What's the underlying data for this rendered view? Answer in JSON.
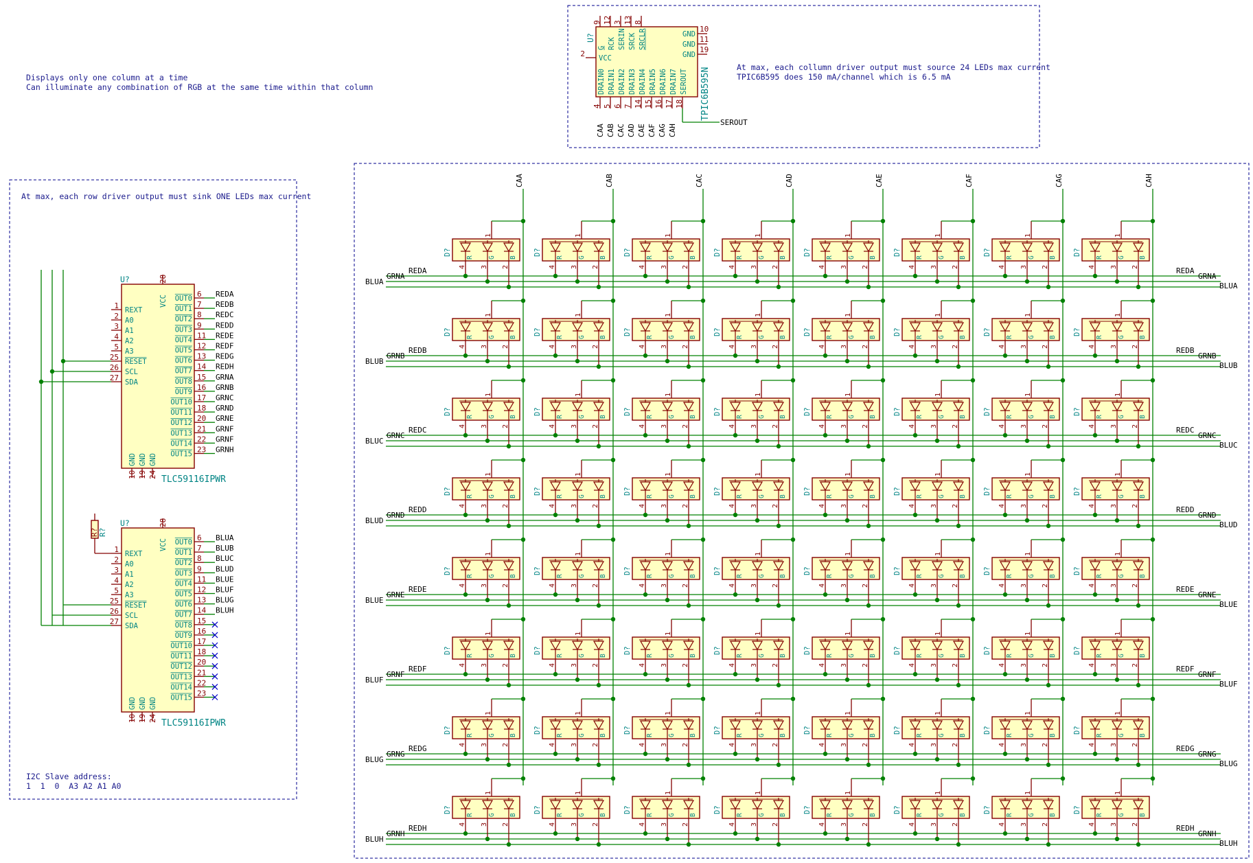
{
  "notes": {
    "top_left_line1": "Displays only one column at a time",
    "top_left_line2": "Can illuminate any combination of RGB at the same time within that column",
    "col_driver_line1": "At max, each collumn driver output must source 24 LEDs max current",
    "col_driver_line2": "TPIC6B595 does 150 mA/channel which is 6.5 mA",
    "row_driver": "At max, each row driver output must sink ONE LEDs max current",
    "i2c_title": "I2C Slave address:",
    "i2c_bits": "1  1  0  A3 A2 A1 A0"
  },
  "colors": {
    "wire": "#008000",
    "junction": "#008000",
    "part_border": "#840000",
    "part_fill": "#ffffc2",
    "pin_text": "#840000",
    "ref_text": "#008484",
    "net_text": "#000000",
    "box_border": "#00008c",
    "nc_mark": "#0000c8"
  },
  "column_driver": {
    "ref": "U?",
    "value": "TPIC6B595N",
    "top_pins": [
      {
        "num": "9",
        "name": "G"
      },
      {
        "num": "12",
        "name": "RCK"
      },
      {
        "num": "3",
        "name": "SERIN"
      },
      {
        "num": "13",
        "name": "SRCK"
      },
      {
        "num": "8",
        "name": "SRCLR"
      }
    ],
    "left_pins": [
      {
        "num": "2",
        "name": "VCC"
      }
    ],
    "right_pins": [
      {
        "num": "10",
        "name": "GND"
      },
      {
        "num": "11",
        "name": "GND"
      },
      {
        "num": "19",
        "name": "GND"
      }
    ],
    "bottom_pins": [
      {
        "num": "4",
        "name": "DRAIN0",
        "net": "CAA"
      },
      {
        "num": "5",
        "name": "DRAIN1",
        "net": "CAB"
      },
      {
        "num": "6",
        "name": "DRAIN2",
        "net": "CAC"
      },
      {
        "num": "7",
        "name": "DRAIN3",
        "net": "CAD"
      },
      {
        "num": "14",
        "name": "DRAIN4",
        "net": "CAE"
      },
      {
        "num": "15",
        "name": "DRAIN5",
        "net": "CAF"
      },
      {
        "num": "16",
        "name": "DRAIN6",
        "net": "CAG"
      },
      {
        "num": "17",
        "name": "DRAIN7",
        "net": "CAH"
      },
      {
        "num": "18",
        "name": "SEROUT",
        "net": "SEROUT"
      }
    ]
  },
  "row_drivers": [
    {
      "ref": "U?",
      "value": "TLC59116IPWR",
      "top_pin": {
        "num": "28",
        "name": "VCC"
      },
      "left_pins": [
        {
          "num": "1",
          "name": "REXT"
        },
        {
          "num": "2",
          "name": "A0"
        },
        {
          "num": "3",
          "name": "A1"
        },
        {
          "num": "4",
          "name": "A2"
        },
        {
          "num": "5",
          "name": "A3"
        },
        {
          "num": "25",
          "name": "RESET"
        },
        {
          "num": "26",
          "name": "SCL"
        },
        {
          "num": "27",
          "name": "SDA"
        }
      ],
      "bottom_pins": [
        {
          "num": "10",
          "name": "GND"
        },
        {
          "num": "19",
          "name": "GND"
        },
        {
          "num": "24",
          "name": "GND"
        }
      ],
      "right_pins": [
        {
          "num": "6",
          "name": "OUT0",
          "net": "REDA"
        },
        {
          "num": "7",
          "name": "OUT1",
          "net": "REDB"
        },
        {
          "num": "8",
          "name": "OUT2",
          "net": "REDC"
        },
        {
          "num": "9",
          "name": "OUT3",
          "net": "REDD"
        },
        {
          "num": "11",
          "name": "OUT4",
          "net": "REDE"
        },
        {
          "num": "12",
          "name": "OUT5",
          "net": "REDF"
        },
        {
          "num": "13",
          "name": "OUT6",
          "net": "REDG"
        },
        {
          "num": "14",
          "name": "OUT7",
          "net": "REDH"
        },
        {
          "num": "15",
          "name": "OUT8",
          "net": "GRNA"
        },
        {
          "num": "16",
          "name": "OUT9",
          "net": "GRNB"
        },
        {
          "num": "17",
          "name": "OUT10",
          "net": "GRNC"
        },
        {
          "num": "18",
          "name": "OUT11",
          "net": "GRND"
        },
        {
          "num": "20",
          "name": "OUT12",
          "net": "GRNE"
        },
        {
          "num": "21",
          "name": "OUT13",
          "net": "GRNF"
        },
        {
          "num": "22",
          "name": "OUT14",
          "net": "GRNF"
        },
        {
          "num": "23",
          "name": "OUT15",
          "net": "GRNH"
        }
      ]
    },
    {
      "ref": "U?",
      "value": "TLC59116IPWR",
      "top_pin": {
        "num": "28",
        "name": "VCC"
      },
      "left_pins": [
        {
          "num": "1",
          "name": "REXT"
        },
        {
          "num": "2",
          "name": "A0"
        },
        {
          "num": "3",
          "name": "A1"
        },
        {
          "num": "4",
          "name": "A2"
        },
        {
          "num": "5",
          "name": "A3"
        },
        {
          "num": "25",
          "name": "RESET"
        },
        {
          "num": "26",
          "name": "SCL"
        },
        {
          "num": "27",
          "name": "SDA"
        }
      ],
      "bottom_pins": [
        {
          "num": "10",
          "name": "GND"
        },
        {
          "num": "19",
          "name": "GND"
        },
        {
          "num": "24",
          "name": "GND"
        }
      ],
      "right_pins": [
        {
          "num": "6",
          "name": "OUT0",
          "net": "BLUA"
        },
        {
          "num": "7",
          "name": "OUT1",
          "net": "BLUB"
        },
        {
          "num": "8",
          "name": "OUT2",
          "net": "BLUC"
        },
        {
          "num": "9",
          "name": "OUT3",
          "net": "BLUD"
        },
        {
          "num": "11",
          "name": "OUT4",
          "net": "BLUE"
        },
        {
          "num": "12",
          "name": "OUT5",
          "net": "BLUF"
        },
        {
          "num": "13",
          "name": "OUT6",
          "net": "BLUG"
        },
        {
          "num": "14",
          "name": "OUT7",
          "net": "BLUH"
        },
        {
          "num": "15",
          "name": "OUT8",
          "net": ""
        },
        {
          "num": "16",
          "name": "OUT9",
          "net": ""
        },
        {
          "num": "17",
          "name": "OUT10",
          "net": ""
        },
        {
          "num": "18",
          "name": "OUT11",
          "net": ""
        },
        {
          "num": "20",
          "name": "OUT12",
          "net": ""
        },
        {
          "num": "21",
          "name": "OUT13",
          "net": ""
        },
        {
          "num": "22",
          "name": "OUT14",
          "net": ""
        },
        {
          "num": "23",
          "name": "OUT15",
          "net": ""
        }
      ]
    }
  ],
  "resistor": {
    "ref": "R?",
    "pin": "1"
  },
  "matrix": {
    "column_nets": [
      "CAA",
      "CAB",
      "CAC",
      "CAD",
      "CAE",
      "CAF",
      "CAG",
      "CAH"
    ],
    "row_letters": [
      "A",
      "B",
      "C",
      "D",
      "E",
      "F",
      "G",
      "H"
    ],
    "led": {
      "ref": "D?",
      "pins": [
        {
          "num": "4",
          "name": "R"
        },
        {
          "num": "3",
          "name": "G"
        },
        {
          "num": "2",
          "name": "B"
        }
      ],
      "common_pin": "1"
    }
  }
}
